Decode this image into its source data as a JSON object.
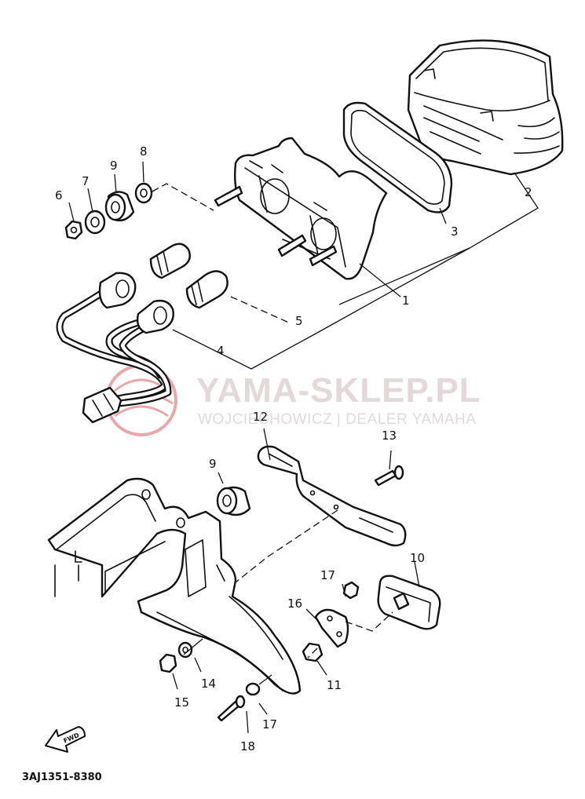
{
  "watermark": {
    "title": "YAMA-SKLEP.PL",
    "subtitle": "WOJCIECHOWICZ | DEALER YAMAHA",
    "logo_color": "#e8a8a8",
    "text_color": "#e3d9d9"
  },
  "diagram_code": "3AJ1351-8380",
  "fwd_label": "FWD",
  "callouts": {
    "c1": "1",
    "c2": "2",
    "c3": "3",
    "c4": "4",
    "c5": "5",
    "c6": "6",
    "c7": "7",
    "c8": "8",
    "c9a": "9",
    "c9b": "9",
    "c10": "10",
    "c11": "11",
    "c12": "12",
    "c13": "13",
    "c14": "14",
    "c15": "15",
    "c16": "16",
    "c17a": "17",
    "c17b": "17",
    "c18": "18"
  }
}
